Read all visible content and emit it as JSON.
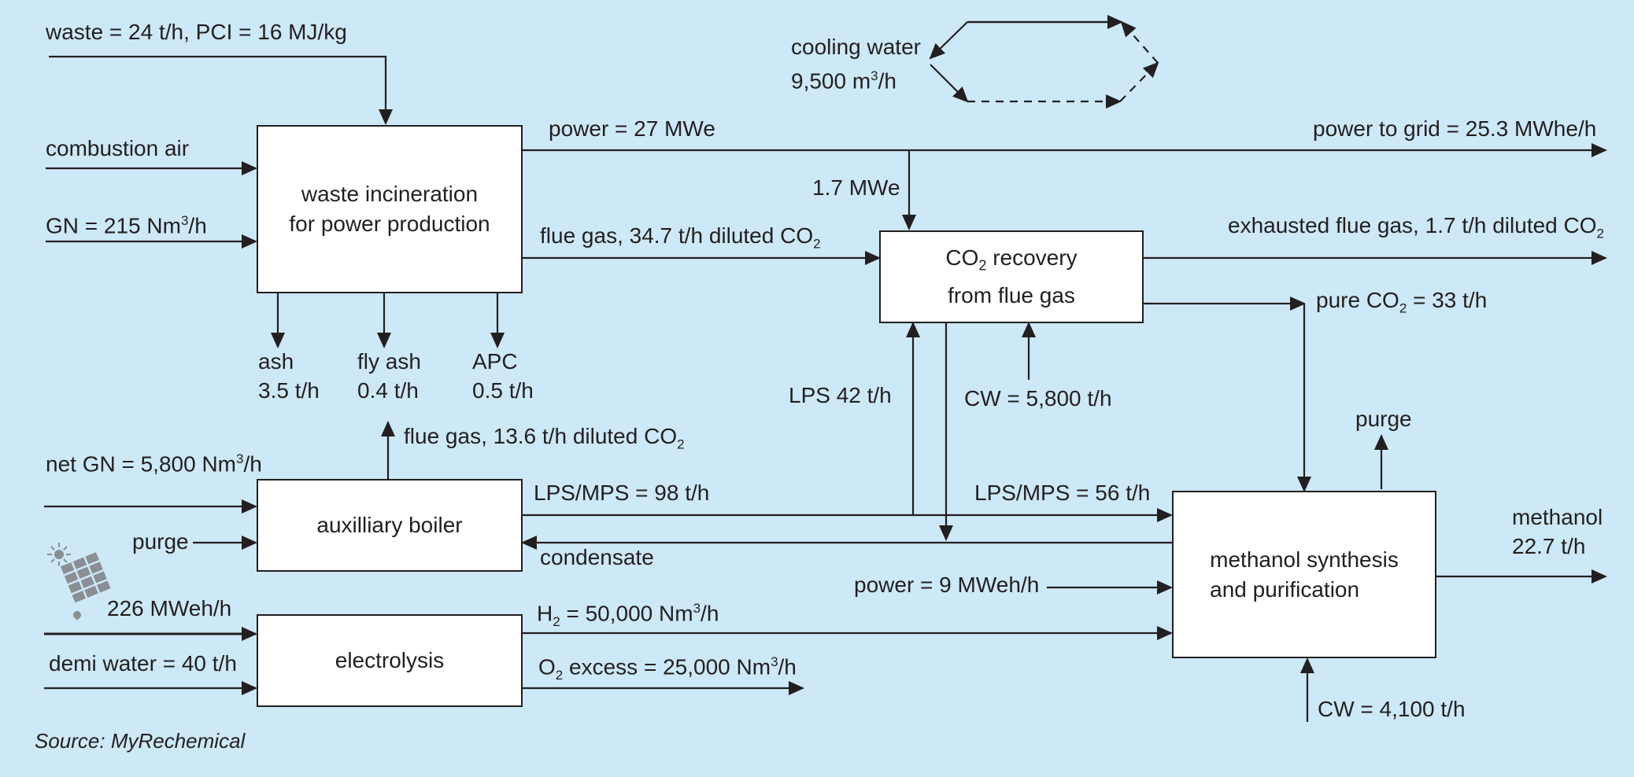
{
  "colors": {
    "background": "#cde8f6",
    "line": "#231f20",
    "box_fill": "#ffffff"
  },
  "boxes": {
    "incineration": {
      "line1": "waste incineration",
      "line2": "for power production"
    },
    "co2_recovery": {
      "line1_a": "CO",
      "line1_sub": "2",
      "line1_b": " recovery",
      "line2": "from flue gas"
    },
    "aux_boiler": {
      "label": "auxilliary boiler"
    },
    "electrolysis": {
      "label": "electrolysis"
    },
    "methanol": {
      "line1": "methanol synthesis",
      "line2": "and purification"
    }
  },
  "labels": {
    "waste": "waste = 24 t/h, PCI = 16 MJ/kg",
    "combustion_air": "combustion air",
    "gn_a": "GN = 215 Nm",
    "gn_sup": "3",
    "gn_b": "/h",
    "cooling_water": "cooling water",
    "cooling_rate_a": "9,500 m",
    "cooling_rate_sup": "3",
    "cooling_rate_b": "/h",
    "power_27": "power = 27 MWe",
    "power_grid": "power to grid = 25.3 MWhe/h",
    "mwe_1_7": "1.7 MWe",
    "flue_gas_a": "flue gas, 34.7 t/h diluted CO",
    "flue_gas_sub": "2",
    "exhausted_a": "exhausted flue gas, 1.7 t/h diluted CO",
    "exhausted_sub": "2",
    "pure_co2_a": "pure CO",
    "pure_co2_sub": "2",
    "pure_co2_b": " = 33 t/h",
    "ash_name": "ash",
    "ash_val": "3.5 t/h",
    "fly_ash_name": "fly ash",
    "fly_ash_val": "0.4 t/h",
    "apc_name": "APC",
    "apc_val": "0.5 t/h",
    "lps42": "LPS 42 t/h",
    "cw5800": "CW = 5,800 t/h",
    "aux_flue_a": "flue gas, 13.6 t/h diluted CO",
    "aux_flue_sub": "2",
    "purge_top": "purge",
    "net_gn_a": "net GN = 5,800 Nm",
    "net_gn_sup": "3",
    "net_gn_b": "/h",
    "lps_mps_98": "LPS/MPS = 98 t/h",
    "lps_mps_56": "LPS/MPS = 56 t/h",
    "methanol_name": "methanol",
    "methanol_val": "22.7 t/h",
    "purge_in": "purge",
    "condensate": "condensate",
    "power_9": "power = 9 MWeh/h",
    "mweh_226": "226 MWeh/h",
    "h2_a": "H",
    "h2_sub": "2",
    "h2_b": " = 50,000 Nm",
    "h2_sup": "3",
    "h2_c": "/h",
    "demi_water": "demi water = 40 t/h",
    "o2_a": "O",
    "o2_sub": "2",
    "o2_b": " excess = 25,000 Nm",
    "o2_sup": "3",
    "o2_c": "/h",
    "cw4100": "CW = 4,100 t/h",
    "source": "Source: MyRechemical"
  },
  "icons": {
    "solar": "solar-panel-icon"
  }
}
